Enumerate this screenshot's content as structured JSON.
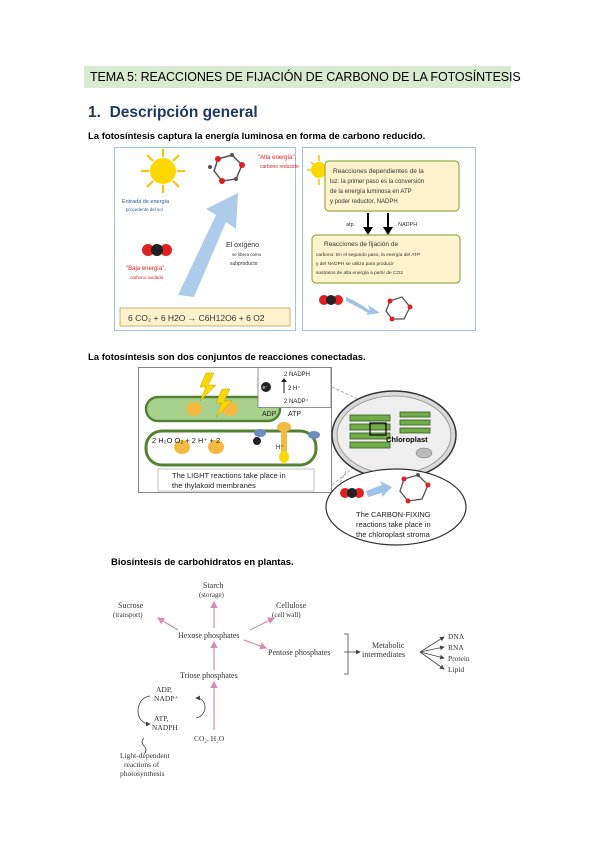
{
  "doc": {
    "title": "TEMA 5:  REACCIONES DE FIJACIÓN DE CARBONO DE LA FOTOSÍNTESIS",
    "section_number": "1.",
    "section_title": "Descripción general",
    "para1": "La fotosíntesis captura la energía luminosa en forma de carbono reducido.",
    "para2": "La fotosíntesis son dos conjuntos de reacciones conectadas.",
    "para3": "Biosíntesis de carbohidratos en plantas."
  },
  "fig1": {
    "alta_energia": "\"Alta energía\",",
    "carbono_reducido": "carbono reducido",
    "entrada_energia": "Entrada de energía",
    "procede_sol": "procedente del sol",
    "el_oxigeno": "El oxígeno",
    "se_libera": "se libera como",
    "subproducto": "subproducto",
    "baja_energia": "\"Baja energía\",",
    "carbono_oxidado": "carbono oxidado",
    "equation": "6 CO₂ + 6 H2O → C6H12O6 + 6 O2",
    "light_box_1": "Reacciones dependientes de la",
    "light_box_2": "luz: la primer paso es la conversión",
    "light_box_3": "de la energía luminosa en ATP",
    "light_box_4": "y poder reductor, NADPH",
    "atp": "atp",
    "nadph": "NADPH",
    "fix_box_1": "Reacciones de fijación de",
    "fix_box_2": "carbono: En el segundo paso, la energía del ATP",
    "fix_box_3": "y del NADPH se utiliza para producir",
    "fix_box_4": "sustratos de alta energía a partir de CO2"
  },
  "fig2": {
    "nadph2": "2 NADPH",
    "hplus2": "2 H⁺",
    "nadp2": "2 NADP⁺",
    "electron": "e⁻",
    "adp": "ADP",
    "atp": "ATP",
    "water_eq": "2 H₂O    O₂ + 2 H⁺ + 2",
    "hplus": "H⁺",
    "light_caption_1": "The LIGHT reactions take place in",
    "light_caption_2": "the thylakoid membranes",
    "chloroplast": "Chloroplast",
    "cf_caption_1": "The CARBON-FIXING",
    "cf_caption_2": "reactions take place in",
    "cf_caption_3": "the chloroplast stroma"
  },
  "fig3": {
    "sucrose": "Sucrose",
    "transport": "(transport)",
    "starch": "Starch",
    "storage": "(storage)",
    "cellulose": "Cellulose",
    "cell_wall": "(cell wall)",
    "hexose": "Hexose phosphates",
    "pentose": "Pentose phosphates",
    "metabolic": "Metabolic",
    "intermediates": "intermediates",
    "dna": "DNA",
    "rna": "RNA",
    "protein": "Protein",
    "lipid": "Lipid",
    "triose": "Triose phosphates",
    "adp": "ADP,",
    "nadp": "NADP⁺",
    "atp": "ATP,",
    "nadph": "NADPH",
    "co2": "CO₂, H₂O",
    "light_dep_1": "Light-dependent",
    "light_dep_2": "reactions of",
    "light_dep_3": "photosynthesis"
  }
}
